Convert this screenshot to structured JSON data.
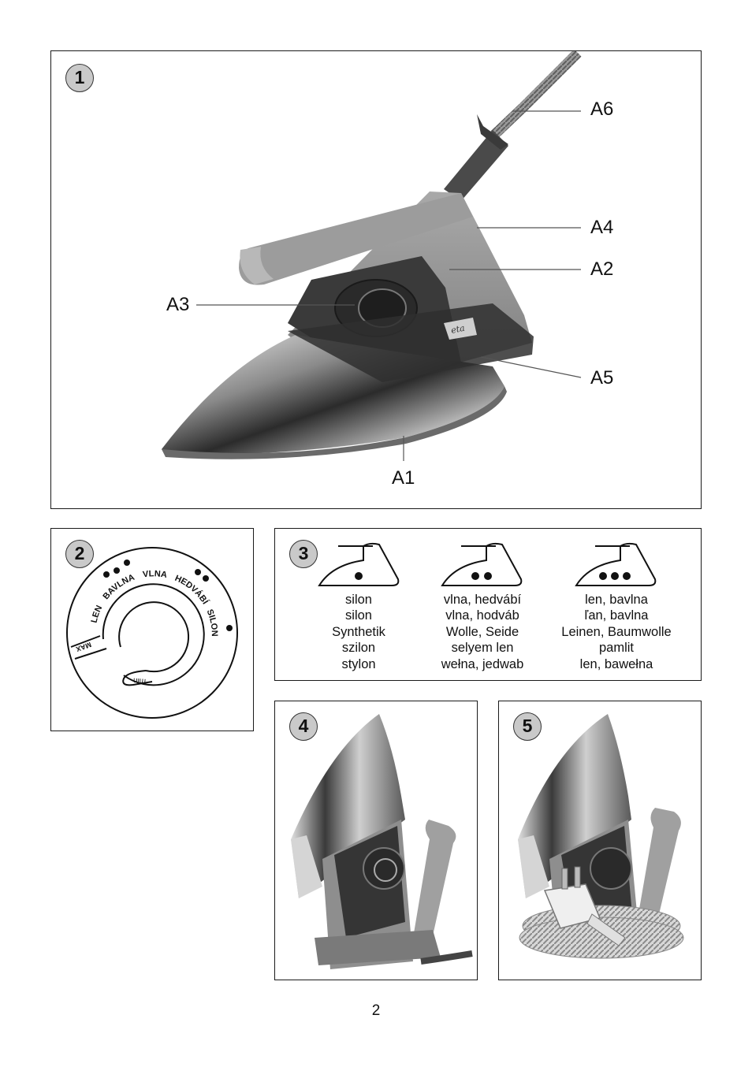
{
  "figure1": {
    "number": "1",
    "labels": {
      "a6": "A6",
      "a4": "A4",
      "a2": "A2",
      "a3": "A3",
      "a5": "A5",
      "a1": "A1"
    }
  },
  "figure2": {
    "number": "2",
    "dial_labels": [
      "LEN",
      "BAVLNA",
      "VLNA",
      "HEDVÁBÍ",
      "SILON"
    ],
    "max_label": "MAX",
    "min_label": "min"
  },
  "figure3": {
    "number": "3",
    "columns": [
      {
        "dots": 1,
        "lines": [
          "silon",
          "silon",
          "Synthetik",
          "szilon",
          "stylon"
        ]
      },
      {
        "dots": 2,
        "lines": [
          "vlna, hedvábí",
          "vlna, hodváb",
          "Wolle, Seide",
          "selyem len",
          "wełna, jedwab"
        ]
      },
      {
        "dots": 3,
        "lines": [
          "len, bavlna",
          "ľan, bavlna",
          "Leinen, Baumwolle",
          "pamlit",
          "len, bawełna"
        ]
      }
    ]
  },
  "figure4": {
    "number": "4"
  },
  "figure5": {
    "number": "5"
  },
  "brand_mark": "eta",
  "page_number": "2"
}
